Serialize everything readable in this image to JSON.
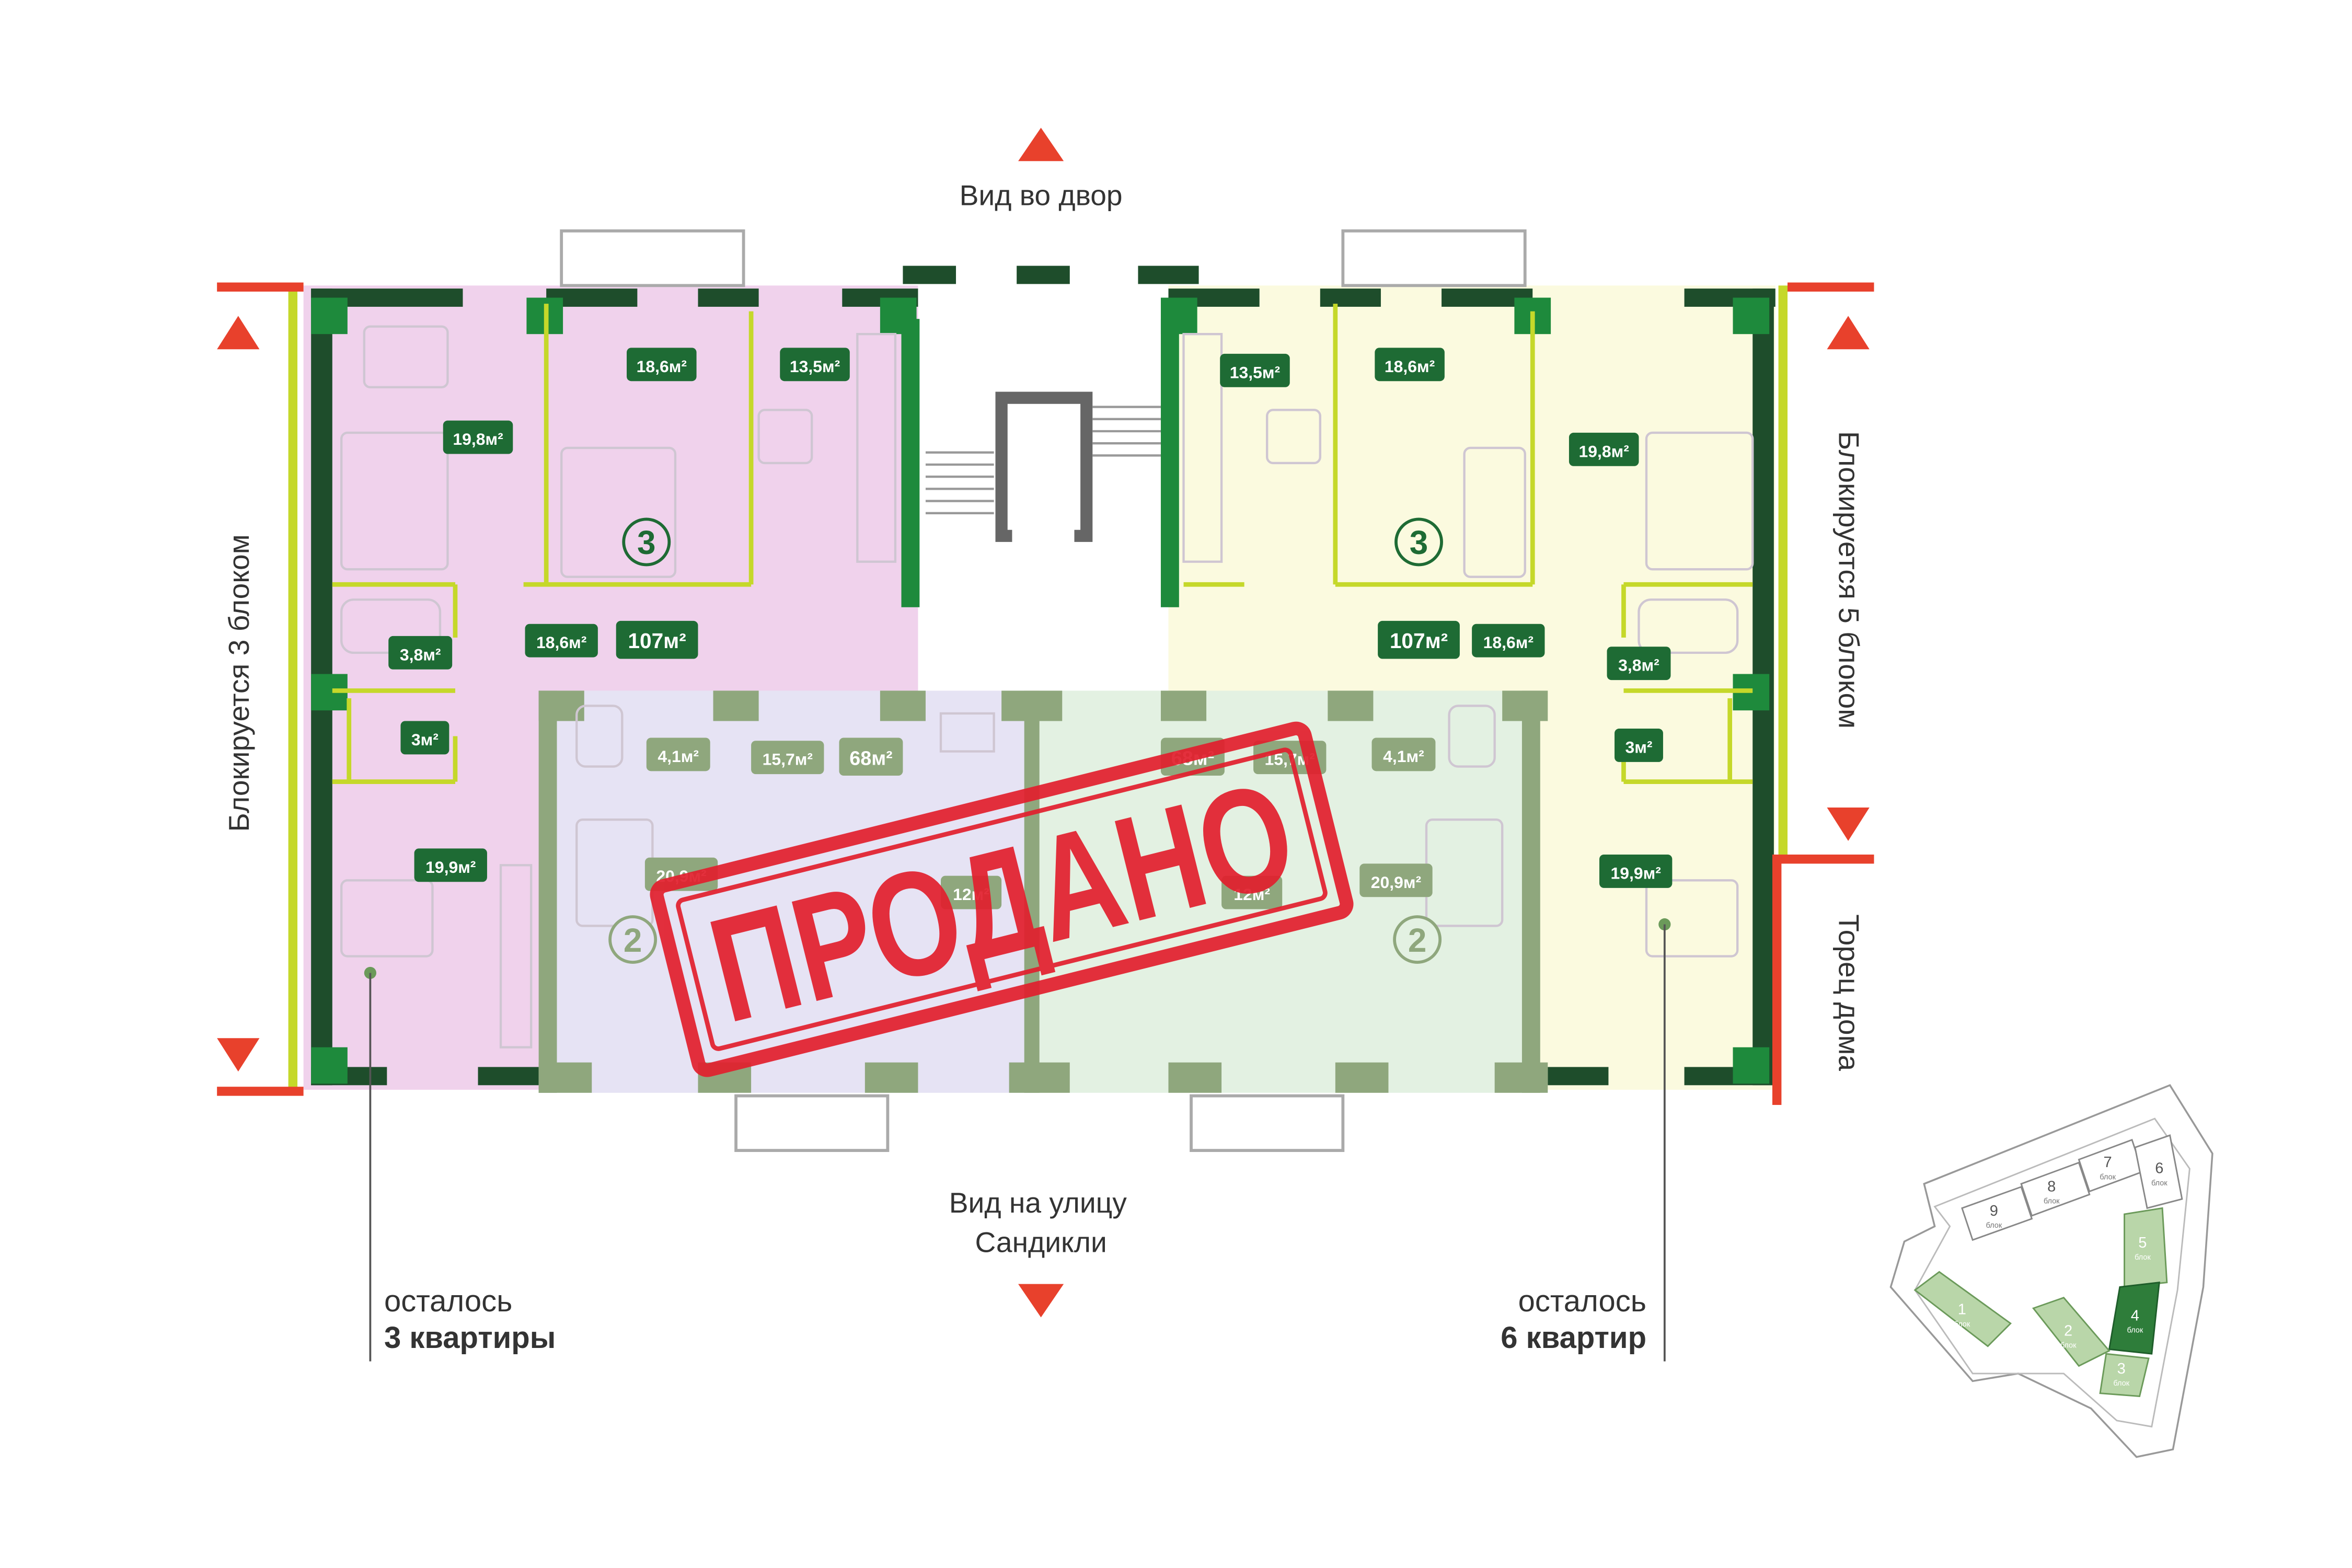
{
  "labels": {
    "view_yard": "Вид во двор",
    "view_street_1": "Вид на улицу",
    "view_street_2": "Сандикли",
    "blocked_left": "Блокируется 3 блоком",
    "blocked_right": "Блокируется 5 блоком",
    "end_house": "Торец дома",
    "sold_stamp": "ПРОДАНО"
  },
  "remaining": {
    "left": {
      "prefix": "осталось",
      "count": "3 квартиры"
    },
    "right": {
      "prefix": "осталось",
      "count": "6 квартир"
    }
  },
  "apartments": {
    "left_3": {
      "rooms": "3",
      "total": "107м²",
      "areas": {
        "living": "19,8м²",
        "bedroom1": "18,6м²",
        "kitchen": "13,5м²",
        "hall": "18,6м²",
        "bath": "3,8м²",
        "wc": "3м²",
        "bedroom2": "19,9м²"
      }
    },
    "right_3": {
      "rooms": "3",
      "total": "107м²",
      "areas": {
        "kitchen": "13,5м²",
        "bedroom1": "18,6м²",
        "living": "19,8м²",
        "hall": "18,6м²",
        "bath": "3,8м²",
        "wc": "3м²",
        "bedroom2": "19,9м²"
      }
    },
    "left_2": {
      "rooms": "2",
      "total": "68м²",
      "areas": {
        "bath": "4,1м²",
        "hall": "15,7м²",
        "living": "20,9м²",
        "room": "12м²"
      }
    },
    "right_2": {
      "rooms": "2",
      "total": "68м²",
      "areas": {
        "bath": "4,1м²",
        "hall": "15,7м²",
        "living": "20,9м²",
        "room": "12м²"
      }
    }
  },
  "site_plan": {
    "blocks": [
      "1",
      "2",
      "3",
      "4",
      "5",
      "6",
      "7",
      "8",
      "9"
    ],
    "block_word": "блок",
    "current": "4"
  },
  "colors": {
    "wall": "#1e4d2b",
    "wall_accent": "#1e8a3c",
    "partition": "#c5d82a",
    "tag_bg": "#1e6b34",
    "left_3_fill": "#f0d2ec",
    "right_3_fill": "#fbfadf",
    "left_2_fill": "#e6e3f4",
    "right_2_fill": "#e3f1e2",
    "red": "#e8412c",
    "stamp": "#e21f2d"
  }
}
